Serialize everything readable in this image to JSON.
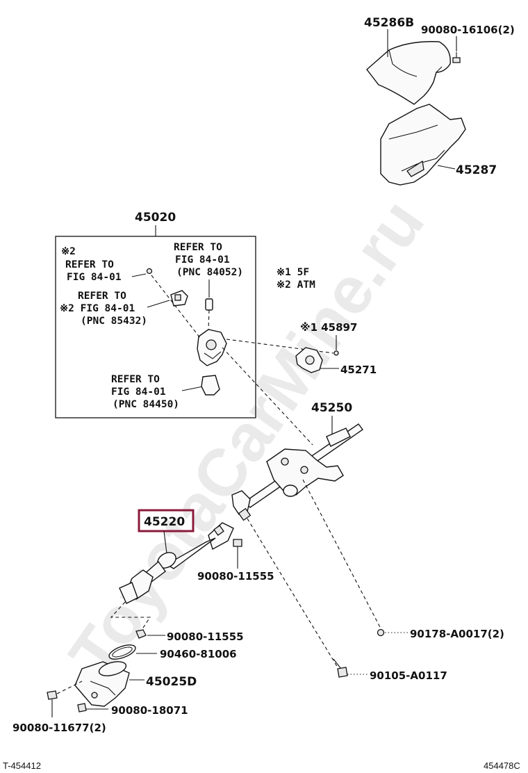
{
  "watermark": "ToyotaCarMine.ru",
  "parts": {
    "p45286B": "45286B",
    "p90080_16106": "90080-16106(2)",
    "p45287": "45287",
    "p45020": "45020",
    "p45897": "※1 45897",
    "p45271": "45271",
    "p45250": "45250",
    "p45220": "45220",
    "p90080_11555a": "90080-11555",
    "p90080_11555b": "90080-11555",
    "p90460_81006": "90460-81006",
    "p45025D": "45025D",
    "p90080_18071": "90080-18071",
    "p90080_11677": "90080-11677(2)",
    "p90178_A0017": "90178-A0017(2)",
    "p90105_A0117": "90105-A0117"
  },
  "notes": {
    "note1": "※1 5F",
    "note2": "※2 ATM"
  },
  "refs": {
    "ref_84052": [
      "REFER TO",
      "FIG 84-01",
      "(PNC 84052)"
    ],
    "ref_top_left": [
      "※2",
      "REFER TO",
      "FIG 84-01"
    ],
    "ref_85432": [
      "REFER TO",
      "※2 FIG 84-01",
      "(PNC 85432)"
    ],
    "ref_84450": [
      "REFER TO",
      "FIG 84-01",
      "(PNC 84450)"
    ]
  },
  "highlight": {
    "color": "#8b1a3a",
    "part": "45220"
  },
  "footer": {
    "left_code": "T-454412",
    "right_code": "454478C"
  }
}
